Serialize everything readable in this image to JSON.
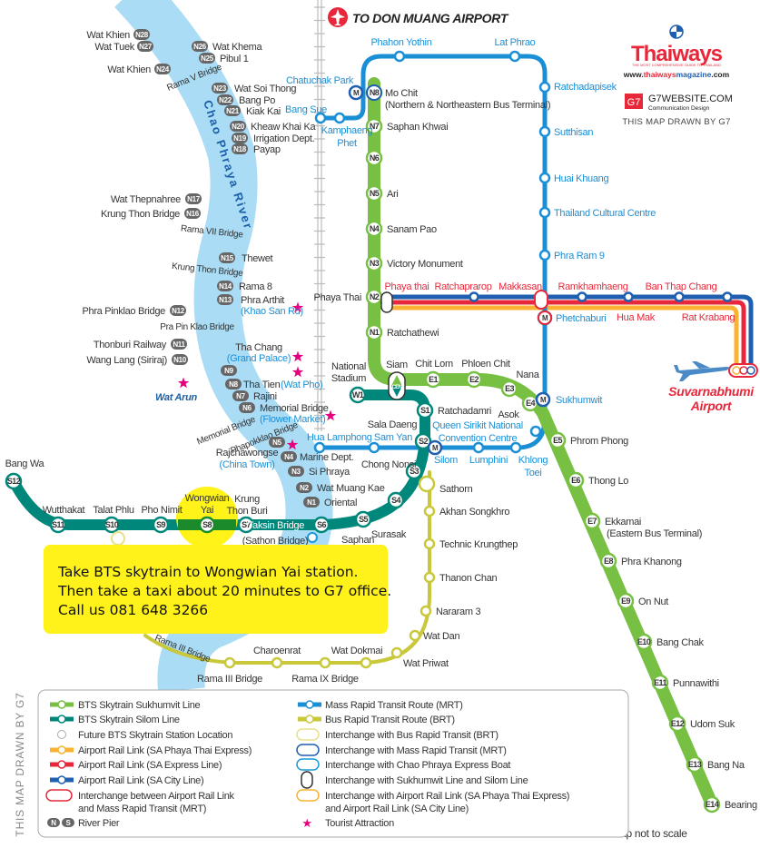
{
  "header": {
    "airport_label": "TO DON MUANG AIRPORT",
    "airplane_icon": "airplane-icon"
  },
  "branding": {
    "logo": "Thaiways",
    "tagline": "THE MOST COMPREHENSIVE GUIDE TO THAILAND",
    "url_prefix": "www.",
    "url_brand": "thaiways",
    "url_mag": "magazine",
    "url_suffix": ".com",
    "g7_badge": "G7",
    "g7_site": "G7WEBSITE.COM",
    "g7_desc": "Communication Design",
    "drawn_by": "THIS MAP DRAWN BY G7"
  },
  "colors": {
    "sukhumvit": "#77c043",
    "silom": "#00877b",
    "mrt": "#1a8fd6",
    "brt": "#c9c83b",
    "arl_express": "#e8283a",
    "arl_city": "#1f5fb0",
    "arl_phayathai": "#f9b233",
    "river": "#aadcf5",
    "attraction": "#e6007e",
    "callout": "#fff21a"
  },
  "river_name": "Chao Phraya River",
  "sukhumvit": [
    {
      "code": "N8",
      "name": "Mo Chit",
      "sub": "(Northern & Northeastern Bus Terminal)"
    },
    {
      "code": "N7",
      "name": "Saphan Khwai"
    },
    {
      "code": "N6",
      "name": ""
    },
    {
      "code": "N5",
      "name": "Ari"
    },
    {
      "code": "N4",
      "name": "Sanam Pao"
    },
    {
      "code": "N3",
      "name": "Victory Monument"
    },
    {
      "code": "N2",
      "name": "Phaya Thai"
    },
    {
      "code": "N1",
      "name": "Ratchathewi"
    },
    {
      "code": "CEN",
      "name": "Siam"
    },
    {
      "code": "E1",
      "name": "Chit Lom"
    },
    {
      "code": "E2",
      "name": "Phloen Chit"
    },
    {
      "code": "E3",
      "name": "Nana"
    },
    {
      "code": "E4",
      "name": "Asok"
    },
    {
      "code": "E5",
      "name": "Phrom Phong"
    },
    {
      "code": "E6",
      "name": "Thong Lo"
    },
    {
      "code": "E7",
      "name": "Ekkamai",
      "sub": "(Eastern Bus Terminal)"
    },
    {
      "code": "E8",
      "name": "Phra Khanong"
    },
    {
      "code": "E9",
      "name": "On Nut"
    },
    {
      "code": "E10",
      "name": "Bang Chak"
    },
    {
      "code": "E11",
      "name": "Punnawithi"
    },
    {
      "code": "E12",
      "name": "Udom Suk"
    },
    {
      "code": "E13",
      "name": "Bang Na"
    },
    {
      "code": "E14",
      "name": "Bearing"
    }
  ],
  "silom": [
    {
      "code": "W1",
      "name": "National",
      "sub": "Stadium"
    },
    {
      "code": "S1",
      "name": "Ratchadamri"
    },
    {
      "code": "S2",
      "name": "Sala Daeng"
    },
    {
      "code": "S3",
      "name": "Chong Nonsi"
    },
    {
      "code": "S4",
      "name": ""
    },
    {
      "code": "S5",
      "name": "Surasak"
    },
    {
      "code": "S6",
      "name": "Saphan"
    },
    {
      "code": "S7",
      "name": "Krung",
      "sub": "Thon Buri"
    },
    {
      "code": "S8",
      "name": "Wongwian",
      "sub": "Yai"
    },
    {
      "code": "S9",
      "name": "Pho Nimit"
    },
    {
      "code": "S10",
      "name": "Talat Phlu"
    },
    {
      "code": "S11",
      "name": "Wutthakat"
    },
    {
      "code": "S12",
      "name": "Bang Wa"
    }
  ],
  "silom_extra": {
    "taksin": "Taksin Bridge",
    "sathon": "(Sathon Bridge)"
  },
  "mrt": [
    {
      "name": "Bang Sue"
    },
    {
      "name": "Kamphaeng",
      "sub": "Phet"
    },
    {
      "name": "Chatuchak Park"
    },
    {
      "name": "Phahon Yothin"
    },
    {
      "name": "Lat Phrao"
    },
    {
      "name": "Ratchadapisek"
    },
    {
      "name": "Sutthisan"
    },
    {
      "name": "Huai Khuang"
    },
    {
      "name": "Thailand Cultural Centre"
    },
    {
      "name": "Phra Ram 9"
    },
    {
      "name": "Phetchaburi"
    },
    {
      "name": "Sukhumwit"
    },
    {
      "name": "Queen Sirikit National",
      "sub": "Convention Centre"
    },
    {
      "name": "Khlong",
      "sub": "Toei"
    },
    {
      "name": "Lumphini"
    },
    {
      "name": "Silom"
    },
    {
      "name": "Sam Yan"
    },
    {
      "name": "Hua Lamphong"
    }
  ],
  "arl": [
    {
      "name": "Phaya thai"
    },
    {
      "name": "Ratchaprarop"
    },
    {
      "name": "Makkasan"
    },
    {
      "name": "Ramkhamhaeng"
    },
    {
      "name": "Hua Mak"
    },
    {
      "name": "Ban Thap Chang"
    },
    {
      "name": "Rat Krabang"
    }
  ],
  "airport": {
    "name": "Suvarnabhumi",
    "sub": "Airport"
  },
  "brt": [
    {
      "name": "Sathorn"
    },
    {
      "name": "Akhan Songkhro"
    },
    {
      "name": "Technic Krungthep"
    },
    {
      "name": "Thanon Chan"
    },
    {
      "name": "Nararam 3"
    },
    {
      "name": "Wat Dan"
    },
    {
      "name": "Wat Priwat"
    },
    {
      "name": "Wat Dokmai"
    },
    {
      "name": "Rama IX Bridge"
    },
    {
      "name": "Charoenrat"
    },
    {
      "name": "Rama III Bridge"
    }
  ],
  "piers": [
    {
      "code": "N28",
      "name": "Wat Khien"
    },
    {
      "code": "N27",
      "name": "Wat Tuek"
    },
    {
      "code": "N26",
      "name": "Wat Khema"
    },
    {
      "code": "N25",
      "name": "Pibul 1"
    },
    {
      "code": "N24",
      "name": "Wat Khien"
    },
    {
      "code": "N23",
      "name": "Wat Soi Thong"
    },
    {
      "code": "N22",
      "name": "Bang Po"
    },
    {
      "code": "N21",
      "name": "Kiak Kai"
    },
    {
      "code": "N20",
      "name": "Kheaw Khai Ka"
    },
    {
      "code": "N19",
      "name": "Irrigation Dept."
    },
    {
      "code": "N18",
      "name": "Payap"
    },
    {
      "code": "N17",
      "name": "Wat Thepnahree"
    },
    {
      "code": "N16",
      "name": "Krung Thon Bridge"
    },
    {
      "code": "N15",
      "name": "Thewet"
    },
    {
      "code": "N14",
      "name": "Rama 8"
    },
    {
      "code": "N13",
      "name": "Phra Arthit",
      "sub": "(Khao San Rd)"
    },
    {
      "code": "N12",
      "name": "Phra Pinklao Bridge"
    },
    {
      "code": "N11",
      "name": "Thonburi Railway"
    },
    {
      "code": "N10",
      "name": "Wang Lang (Siriraj)"
    },
    {
      "code": "N9",
      "name": ""
    },
    {
      "code": "N8",
      "name": "Tha Tien",
      "sub": "(Wat Pho)"
    },
    {
      "code": "N7",
      "name": "Rajini"
    },
    {
      "code": "N6",
      "name": "Memorial Bridge",
      "sub": "(Flower Market)"
    },
    {
      "code": "N5",
      "name": "Rajchawongse",
      "sub": "(China Town)"
    },
    {
      "code": "N4",
      "name": "Marine Dept."
    },
    {
      "code": "N3",
      "name": "Si Phraya"
    },
    {
      "code": "N2",
      "name": "Wat Muang Kae"
    },
    {
      "code": "N1",
      "name": "Oriental"
    }
  ],
  "tha_chang": {
    "name": "Tha Chang",
    "sub": "(Grand Palace)"
  },
  "wat_arun": "Wat Arun",
  "bridges": [
    "Rama V Bridge",
    "Rama VII Bridge",
    "Krung Thon Bridge",
    "Pra Pin Klao Bridge",
    "Memorial Bridge",
    "Phapokklao Bridge",
    "Rama III Bridge"
  ],
  "callout": {
    "lines": [
      "Take BTS skytrain to Wongwian Yai station.",
      "Then take a taxi about 20 minutes to G7 office.",
      "Call us 081 648 3266"
    ]
  },
  "legend": {
    "left": [
      {
        "label": "BTS Skytrain Sukhumvit Line"
      },
      {
        "label": "BTS Skytrain Silom Line"
      },
      {
        "label": "Future BTS Skytrain Station Location"
      },
      {
        "label": "Airport Rail Link (SA Phaya Thai Express)"
      },
      {
        "label": "Airport Rail Link (SA Express Line)"
      },
      {
        "label": "Airport Rail Link (SA City Line)"
      },
      {
        "label": "Interchange between Airport Rail Link",
        "sub": "and Mass Rapid Transit (MRT)"
      },
      {
        "label": "River Pier",
        "pier_codes": [
          "N",
          "S"
        ]
      }
    ],
    "right": [
      {
        "label": "Mass Rapid Transit Route (MRT)"
      },
      {
        "label": "Bus Rapid Transit Route (BRT)"
      },
      {
        "label": "Interchange with Bus Rapid Transit (BRT)"
      },
      {
        "label": "Interchange with Mass Rapid Transit (MRT)"
      },
      {
        "label": "Interchange with Chao Phraya Express Boat"
      },
      {
        "label": "Interchange with Sukhumwit Line and Silom Line"
      },
      {
        "label": "Interchange with Airport Rail Link (SA Phaya Thai Express)",
        "sub": "and Airport Rail Link (SA City Line)"
      },
      {
        "label": "Tourist Attraction"
      }
    ]
  },
  "footer": {
    "scale_note": "Map not to scale",
    "side_credit": "THIS MAP DRAWN BY G7"
  }
}
